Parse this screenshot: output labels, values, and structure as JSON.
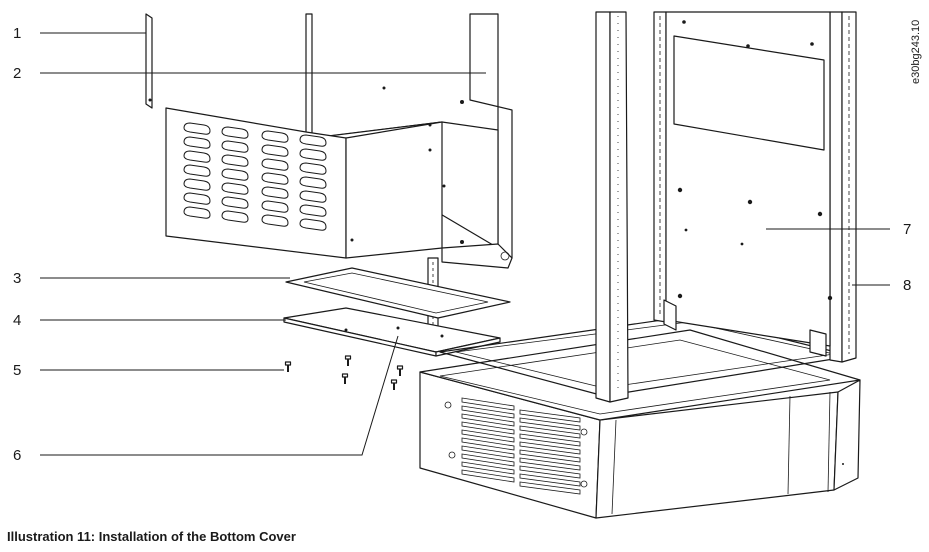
{
  "figure": {
    "reference_code": "e30bg243.10",
    "caption": "Illustration 11: Installation of the Bottom Cover",
    "callouts": [
      "1",
      "2",
      "3",
      "4",
      "5",
      "6",
      "7",
      "8"
    ]
  }
}
